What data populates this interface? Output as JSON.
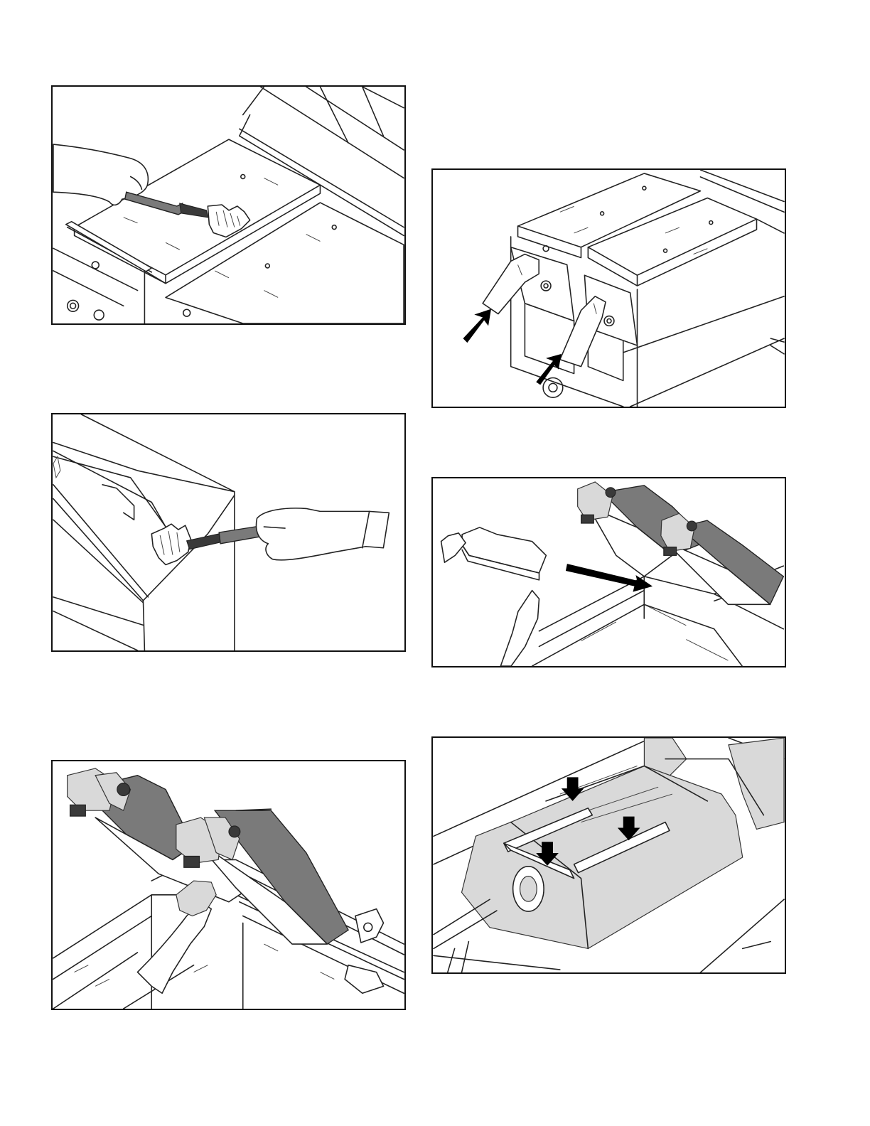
{
  "page": {
    "figures": [
      {
        "subject": "hand-with-scraper-brushing-platen-surface"
      },
      {
        "subject": "hand-scraping-upper-platen-edge"
      },
      {
        "subject": "hand-wiping-below-raised-platens"
      },
      {
        "subject": "hands-pushing-release-levers",
        "arrow_icons": [
          "arrow-icon",
          "arrow-icon"
        ]
      },
      {
        "subject": "hands-lifting-grease-trough",
        "arrow_icons": [
          "arrow-icon"
        ]
      },
      {
        "subject": "release-sheet-clips-on-platen",
        "arrow_icons": [
          "arrow-icon",
          "arrow-icon",
          "arrow-icon"
        ]
      }
    ],
    "colors": {
      "border": "#111111",
      "arrow": "#000000",
      "platen": "#7a7a7a",
      "sheet": "#d9d9d9"
    }
  }
}
